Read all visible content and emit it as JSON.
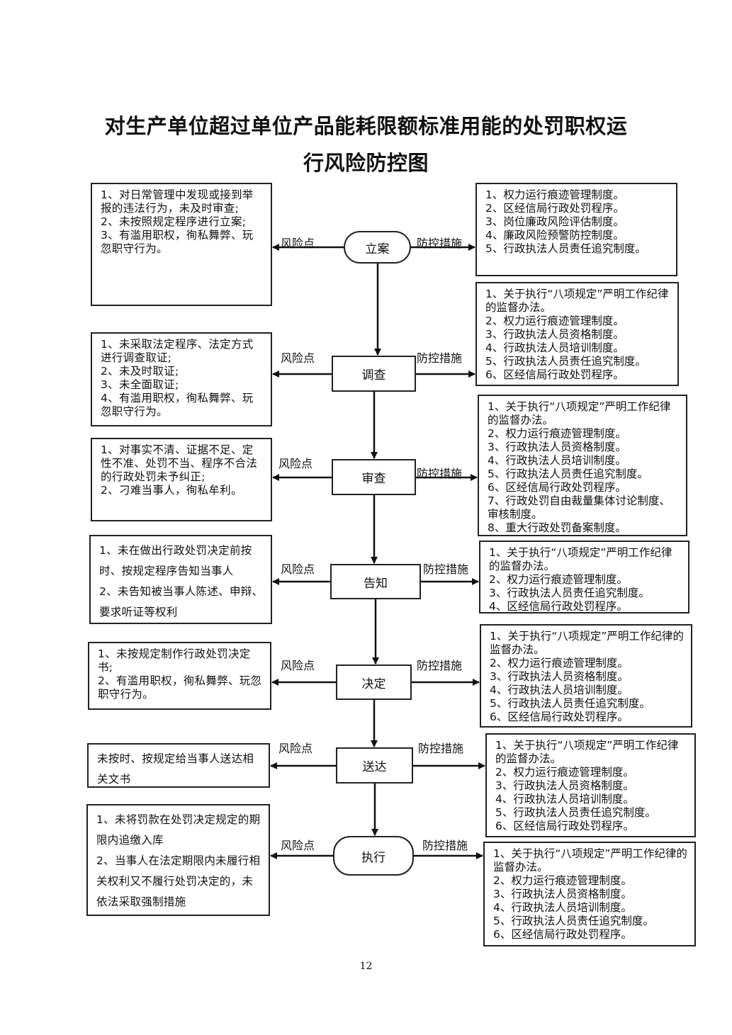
{
  "title": {
    "line1": "对生产单位超过单位产品能耗限额标准用能的处罚职权运",
    "line2": "行风险防控图"
  },
  "labels": {
    "risk": "风险点",
    "control": "防控措施"
  },
  "steps": [
    {
      "name": "立案",
      "shape": "rounded",
      "risks": [
        "1、对日常管理中发现或接到举报的违法行为，未及时审查;",
        "2、未按照规定程序进行立案;",
        "3、有滥用职权，徇私舞弊、玩忽职守行为。"
      ],
      "controls": [
        "1、权力运行痕迹管理制度。",
        "2、区经信局行政处罚程序。",
        "3、岗位廉政风险评估制度。",
        "4、廉政风险预警防控制度。",
        "5、行政执法人员责任追究制度。"
      ]
    },
    {
      "name": "调查",
      "shape": "rect",
      "risks": [
        "1、未采取法定程序、法定方式进行调查取证;",
        "2、未及时取证;",
        "3、未全面取证;",
        "4、有滥用职权，徇私舞弊、玩忽职守行为。"
      ],
      "controls": [
        "1、关于执行“八项规定”严明工作纪律的监督办法。",
        "2、权力运行痕迹管理制度。",
        "3、行政执法人员资格制度。",
        "4、行政执法人员培训制度。",
        "5、行政执法人员责任追究制度。",
        "6、区经信局行政处罚程序。"
      ]
    },
    {
      "name": "审查",
      "shape": "rect",
      "risks": [
        "1、对事实不清、证据不足、定性不准、处罚不当、程序不合法的行政处罚未予纠正;",
        "2、刁难当事人，徇私牟利。"
      ],
      "controls": [
        "1、关于执行“八项规定”严明工作纪律的监督办法。",
        "2、权力运行痕迹管理制度。",
        "3、行政执法人员资格制度。",
        "4、行政执法人员培训制度。",
        "5、行政执法人员责任追究制度。",
        "6、区经信局行政处罚程序。",
        "7、行政处罚自由裁量集体讨论制度、审核制度。",
        "8、重大行政处罚备案制度。"
      ]
    },
    {
      "name": "告知",
      "shape": "rect",
      "risks": [
        "1、未在做出行政处罚决定前按时、按规定程序告知当事人",
        "2、未告知被当事人陈述、申辩、要求听证等权利"
      ],
      "controls": [
        "1、关于执行“八项规定”严明工作纪律的监督办法。",
        "2、权力运行痕迹管理制度。",
        "3、行政执法人员责任追究制度。",
        "4、区经信局行政处罚程序。"
      ]
    },
    {
      "name": "决定",
      "shape": "rect",
      "risks": [
        "1、未按规定制作行政处罚决定书;",
        "2、有滥用职权，徇私舞弊、玩忽职守行为。"
      ],
      "controls": [
        "1、关于执行“八项规定”严明工作纪律的监督办法。",
        "2、权力运行痕迹管理制度。",
        "3、行政执法人员资格制度。",
        "4、行政执法人员培训制度。",
        "5、行政执法人员责任追究制度。",
        "6、区经信局行政处罚程序。"
      ]
    },
    {
      "name": "送达",
      "shape": "rect",
      "risks": [
        "未按时、按规定给当事人送达相关文书"
      ],
      "controls": [
        "1、关于执行“八项规定”严明工作纪律的监督办法。",
        "2、权力运行痕迹管理制度。",
        "3、行政执法人员资格制度。",
        "4、行政执法人员培训制度。",
        "5、行政执法人员责任追究制度。",
        "6、区经信局行政处罚程序。"
      ]
    },
    {
      "name": "执行",
      "shape": "rounded",
      "risks": [
        "1、未将罚款在处罚决定规定的期限内追缴入库",
        "2、当事人在法定期限内未履行相关权利又不履行处罚决定的，未依法采取强制措施"
      ],
      "controls": [
        "1、关于执行“八项规定”严明工作纪律的监督办法。",
        "2、权力运行痕迹管理制度。",
        "3、行政执法人员资格制度。",
        "4、行政执法人员培训制度。",
        "5、行政执法人员责任追究制度。",
        "6、区经信局行政处罚程序。"
      ]
    }
  ],
  "page_number": "12"
}
